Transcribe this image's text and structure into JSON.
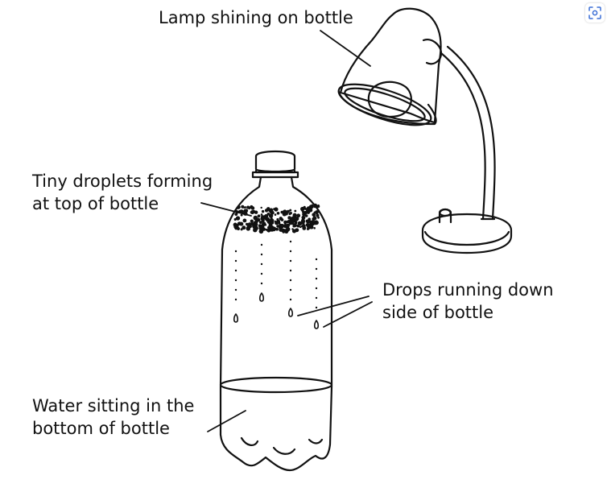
{
  "labels": {
    "lamp": "Lamp shining on bottle",
    "droplets_line1": "Tiny droplets forming",
    "droplets_line2": "at top of bottle",
    "drops_line1": "Drops running down",
    "drops_line2": "side of bottle",
    "water_line1": "Water sitting in the",
    "water_line2": "bottom of bottle"
  },
  "icons": {
    "corner_button": "visual-search-icon"
  },
  "colors": {
    "ink": "#111111",
    "background": "#ffffff",
    "icon_accent": "#3b6fd6"
  }
}
